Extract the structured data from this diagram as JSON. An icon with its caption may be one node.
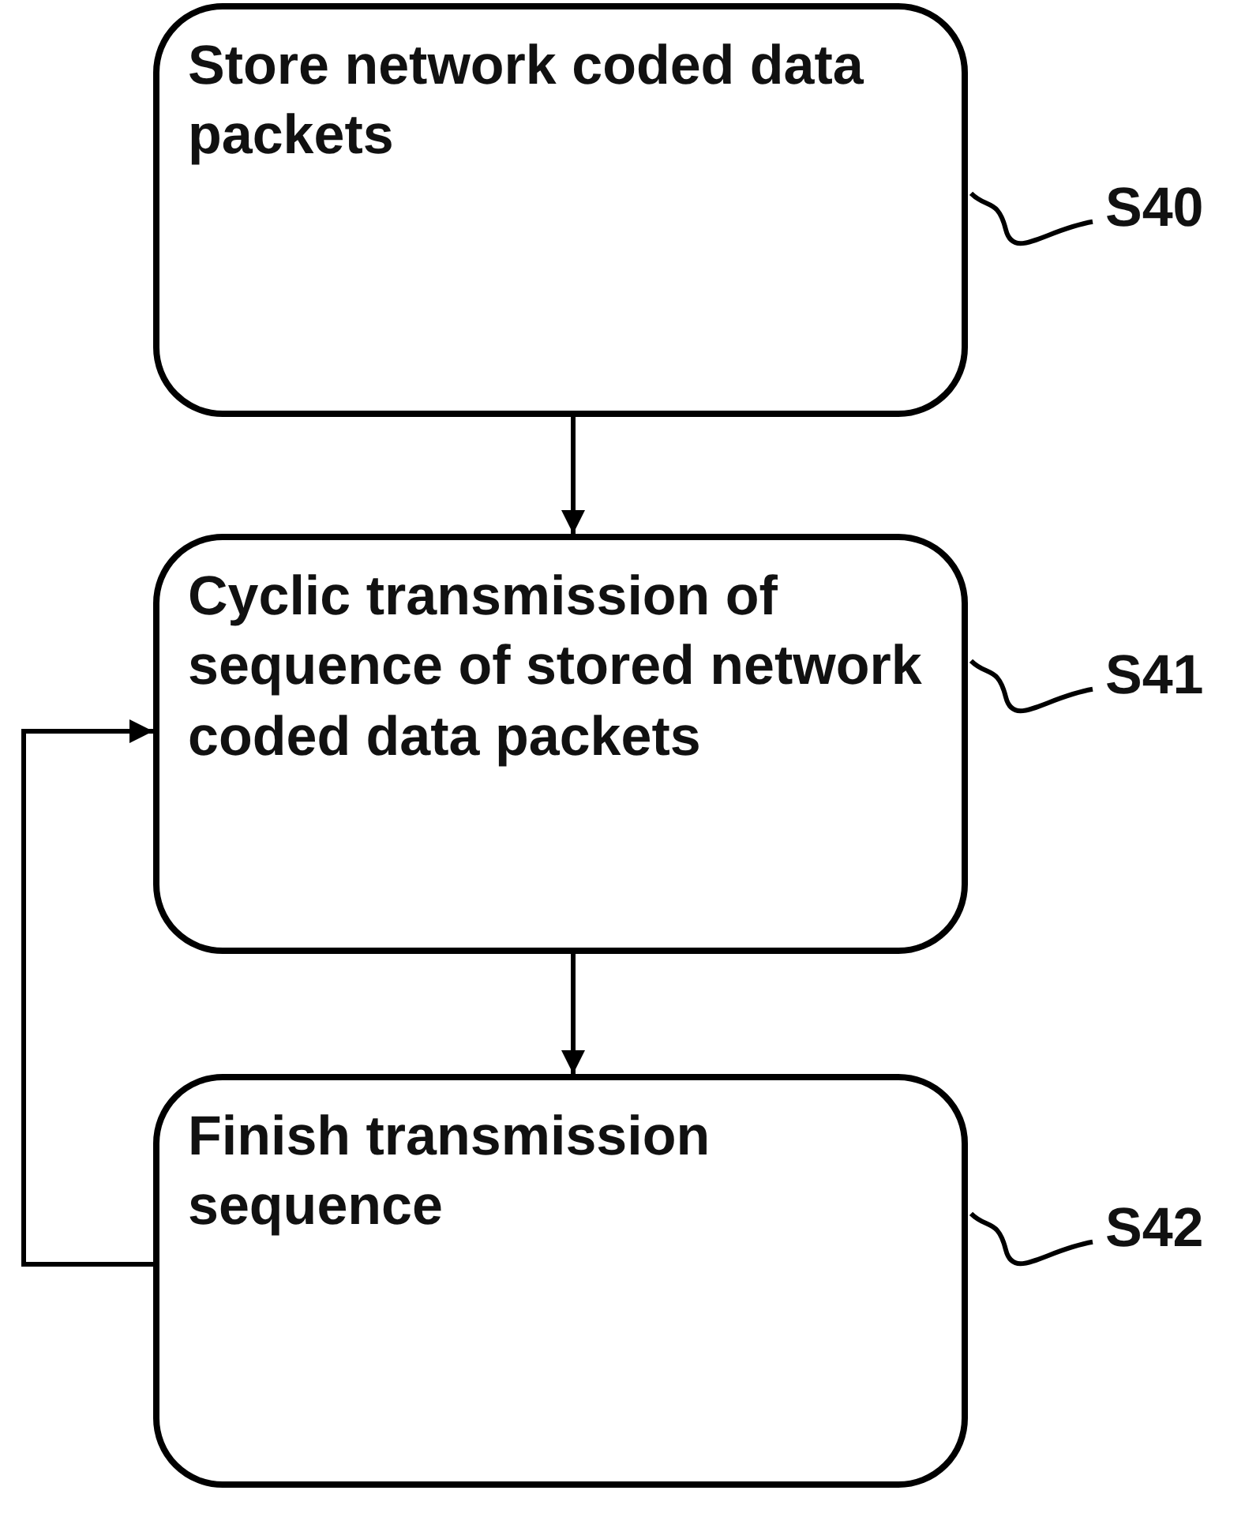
{
  "diagram": {
    "nodes": [
      {
        "text": [
          "Store network coded data packets"
        ]
      },
      {
        "text": [
          "Cyclic transmission of sequence of stored network coded data packets"
        ]
      },
      {
        "text": [
          "Finish transmission sequence"
        ]
      },
      {
        "text": [
          "S40"
        ]
      },
      {
        "text": [
          "S41"
        ]
      },
      {
        "text": [
          "S42"
        ]
      }
    ],
    "edges": [
      {
        "from": 0,
        "to": 1,
        "arrow": "to"
      },
      {
        "from": 1,
        "to": 2,
        "arrow": "to"
      },
      {
        "from": 2,
        "to": 1,
        "arrow": "to"
      },
      {
        "from": 3,
        "to": 0,
        "arrow": "none"
      },
      {
        "from": 4,
        "to": 1,
        "arrow": "none"
      },
      {
        "from": 5,
        "to": 2,
        "arrow": "none"
      }
    ]
  }
}
